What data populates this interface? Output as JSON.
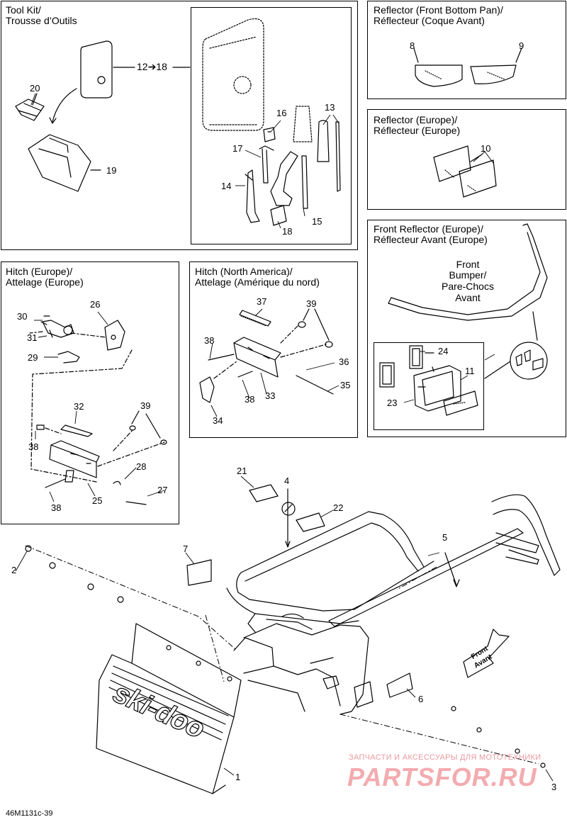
{
  "panels": {
    "tool_kit": {
      "title_en": "Tool Kit/",
      "title_fr": "Trousse d’Outils"
    },
    "reflector_front_bottom_pan": {
      "title_en": "Reflector (Front Bottom Pan)/",
      "title_fr": "Réflecteur (Coque Avant)"
    },
    "reflector_europe": {
      "title_en": "Reflector (Europe)/",
      "title_fr": "Réflecteur (Europe)"
    },
    "front_reflector_europe": {
      "title_en": "Front Reflector (Europe)/",
      "title_fr": "Réflecteur Avant (Europe)"
    },
    "hitch_europe": {
      "title_en": "Hitch (Europe)/",
      "title_fr": "Attelage (Europe)"
    },
    "hitch_north_america": {
      "title_en": "Hitch (North America)/",
      "title_fr": "Attelage (Amérique du nord)"
    }
  },
  "labels": {
    "front_bumper": [
      "Front",
      "Bumper/",
      "Pare-Chocs",
      "Avant"
    ],
    "front_arrow": [
      "Front",
      "Avant"
    ],
    "brand": "ski-doo"
  },
  "callouts": {
    "c1": "1",
    "c2": "2",
    "c3": "3",
    "c4": "4",
    "c5": "5",
    "c6": "6",
    "c7": "7",
    "c8": "8",
    "c9": "9",
    "c10": "10",
    "c11": "11",
    "c12to18": "12➔18",
    "c13": "13",
    "c14": "14",
    "c15": "15",
    "c16": "16",
    "c17": "17",
    "c18": "18",
    "c19": "19",
    "c20": "20",
    "c21": "21",
    "c22": "22",
    "c23": "23",
    "c24": "24",
    "c25": "25",
    "c26": "26",
    "c27": "27",
    "c28": "28",
    "c29": "29",
    "c30": "30",
    "c31": "31",
    "c32": "32",
    "c33": "33",
    "c34": "34",
    "c35": "35",
    "c36": "36",
    "c37": "37",
    "c38a": "38",
    "c38b": "38",
    "c38c": "38",
    "c38d": "38",
    "c39a": "39",
    "c39b": "39"
  },
  "watermark": {
    "line1": "ЗАПЧАСТИ И АКСЕССУАРЫ ДЛЯ МОТОТЕХНИКИ",
    "line2": "PARTSFOR.RU"
  },
  "figure_code": "46M1131c-39"
}
